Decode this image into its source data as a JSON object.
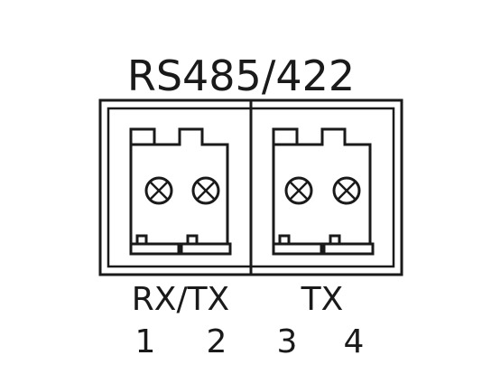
{
  "title": "RS485/422",
  "groups": [
    {
      "label": "RX/TX"
    },
    {
      "label": "TX"
    }
  ],
  "pins": [
    {
      "number": "1"
    },
    {
      "number": "2"
    },
    {
      "number": "3"
    },
    {
      "number": "4"
    }
  ],
  "colors": {
    "line": "#1a1a1a",
    "background": "#ffffff"
  },
  "icons": {
    "terminal_screw": "screw-x-icon"
  }
}
